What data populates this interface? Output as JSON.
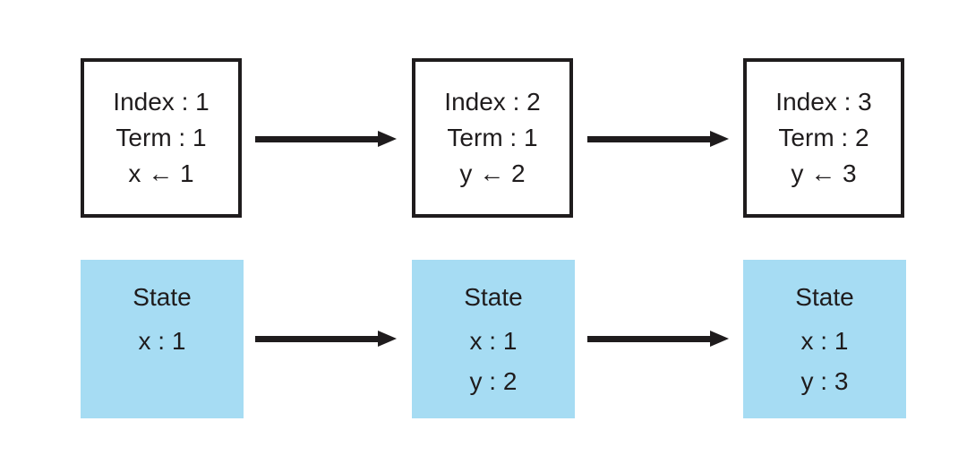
{
  "colors": {
    "background": "#ffffff",
    "outline": "#1f1c1d",
    "arrow": "#1f1c1d",
    "state_fill": "#a6dcf3",
    "text": "#1f1c1d"
  },
  "log_entries": [
    {
      "lines": [
        "Index : 1",
        "Term : 1",
        "x ← 1"
      ]
    },
    {
      "lines": [
        "Index : 2",
        "Term : 1",
        "y ← 2"
      ]
    },
    {
      "lines": [
        "Index : 3",
        "Term : 2",
        "y ← 3"
      ]
    }
  ],
  "states": [
    {
      "title": "State",
      "lines": [
        "x : 1"
      ]
    },
    {
      "title": "State",
      "lines": [
        "x : 1",
        "y : 2"
      ]
    },
    {
      "title": "State",
      "lines": [
        "x : 1",
        "y : 3"
      ]
    }
  ]
}
